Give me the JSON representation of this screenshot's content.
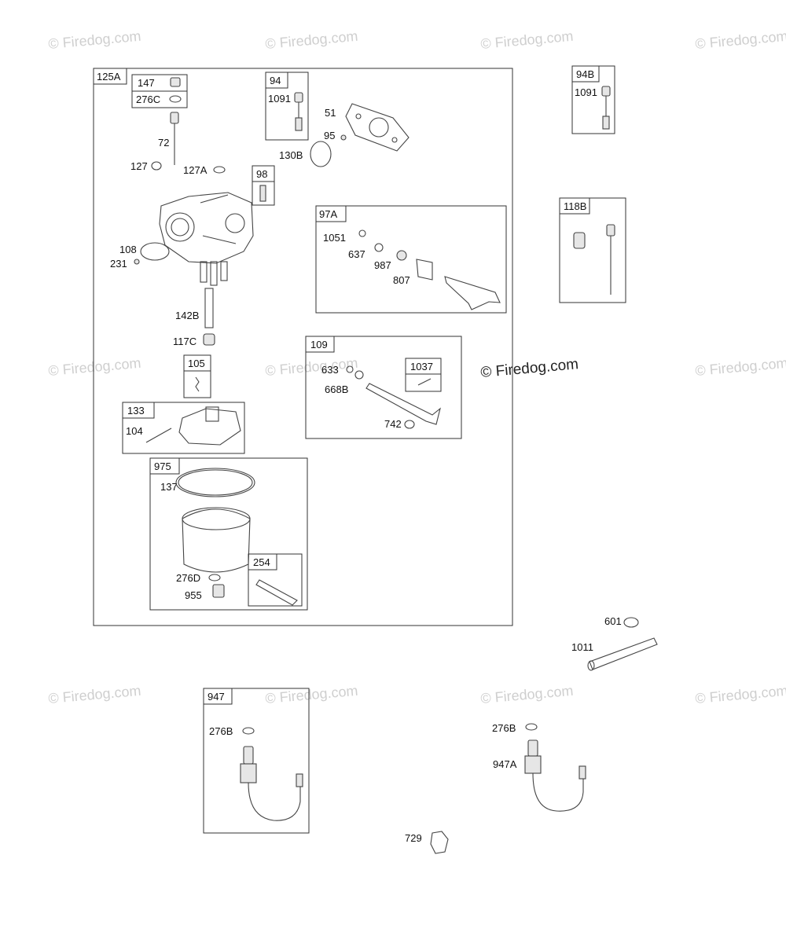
{
  "watermark": "© Firedog.com",
  "watermark_main": "© Firedog.com",
  "boxes": {
    "b125A": "125A",
    "b147": "147",
    "b276C": "276C",
    "b94": "94",
    "b1091a": "1091",
    "b98": "98",
    "b97A": "97A",
    "b105": "105",
    "b133": "133",
    "b109": "109",
    "b1037": "1037",
    "b975": "975",
    "b254": "254",
    "b94B": "94B",
    "b1091b": "1091",
    "b118B": "118B",
    "b947": "947"
  },
  "labels": {
    "l72": "72",
    "l127": "127",
    "l127A": "127A",
    "l51": "51",
    "l95": "95",
    "l130B": "130B",
    "l108": "108",
    "l231": "231",
    "l1051": "1051",
    "l637": "637",
    "l987": "987",
    "l807": "807",
    "l142B": "142B",
    "l117C": "117C",
    "l633": "633",
    "l668B": "668B",
    "l742": "742",
    "l104": "104",
    "l137": "137",
    "l276D": "276D",
    "l955": "955",
    "l601": "601",
    "l1011": "1011",
    "l276Ba": "276B",
    "l276Bb": "276B",
    "l947A": "947A",
    "l729": "729"
  }
}
